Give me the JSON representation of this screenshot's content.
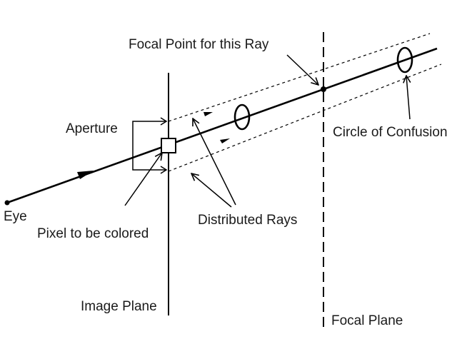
{
  "labels": {
    "focal_point": "Focal Point for this Ray",
    "aperture": "Aperture",
    "circle_of_confusion": "Circle of Confusion",
    "eye": "Eye",
    "pixel": "Pixel to be colored",
    "distributed_rays": "Distributed Rays",
    "image_plane": "Image Plane",
    "focal_plane": "Focal Plane"
  },
  "colors": {
    "ink": "#000000",
    "text": "#1a1a1a",
    "background": "#ffffff"
  }
}
